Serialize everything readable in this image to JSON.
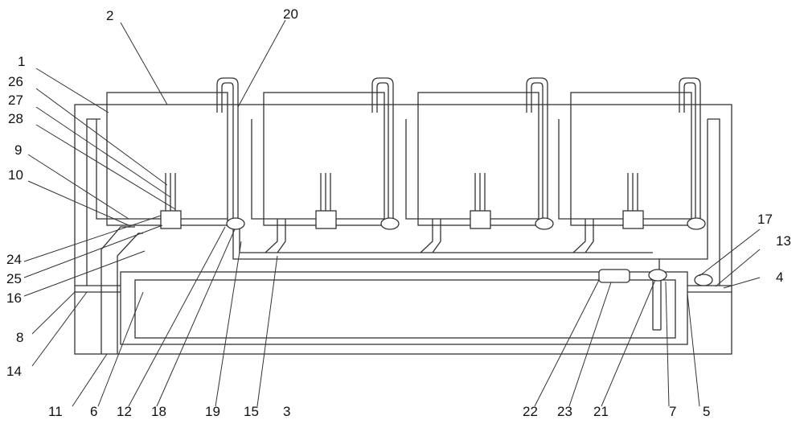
{
  "figure": {
    "labels": {
      "n1": "1",
      "n2": "2",
      "n3": "3",
      "n4": "4",
      "n5": "5",
      "n6": "6",
      "n7": "7",
      "n8": "8",
      "n9": "9",
      "n10": "10",
      "n11": "11",
      "n12": "12",
      "n13": "13",
      "n14": "14",
      "n15": "15",
      "n16": "16",
      "n17": "17",
      "n18": "18",
      "n19": "19",
      "n20": "20",
      "n21": "21",
      "n22": "22",
      "n23": "23",
      "n24": "24",
      "n25": "25",
      "n26": "26",
      "n27": "27",
      "n28": "28"
    }
  }
}
